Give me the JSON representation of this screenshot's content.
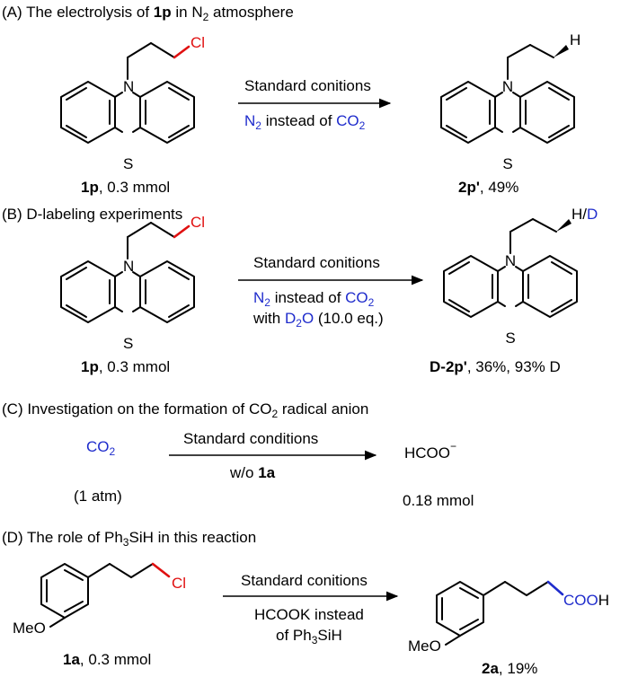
{
  "section_a": {
    "title_prefix": "(A) The electrolysis of ",
    "title_bold": "1p",
    "title_mid": " in N",
    "title_sub": "2",
    "title_suffix": " atmosphere",
    "start_label_bold": "1p",
    "start_label_rest": ", 0.3 mmol",
    "arrow_top": "Standard conitions",
    "arrow_bottom_n": "N",
    "arrow_bottom_n_sub": "2",
    "arrow_bottom_mid": " instead of ",
    "arrow_bottom_co": "CO",
    "arrow_bottom_co_sub": "2",
    "product_label_bold": "2p'",
    "product_label_rest": ", 49%",
    "atom_cl": "Cl",
    "atom_h": "H",
    "atom_n": "N",
    "atom_s": "S"
  },
  "section_b": {
    "title": "(B) D-labeling experiments",
    "start_label_bold": "1p",
    "start_label_rest": ", 0.3 mmol",
    "arrow_top": "Standard conitions",
    "arrow_line2_n": "N",
    "arrow_line2_n_sub": "2",
    "arrow_line2_mid": " instead of ",
    "arrow_line2_co": "CO",
    "arrow_line2_co_sub": "2",
    "arrow_line3_pre": "with ",
    "arrow_line3_d": "D",
    "arrow_line3_d_sub": "2",
    "arrow_line3_o": "O",
    "arrow_line3_post": " (10.0 eq.)",
    "product_label_bold": "D-2p'",
    "product_label_rest": ", 36%, 93% D",
    "atom_cl": "Cl",
    "atom_h": "H",
    "atom_slash": "/",
    "atom_d": "D",
    "atom_n": "N",
    "atom_s": "S"
  },
  "section_c": {
    "title_pre": "(C) Investigation on the formation of CO",
    "title_sub": "2",
    "title_post": " radical anion",
    "reagent": "CO",
    "reagent_sub": "2",
    "reagent_note": "(1 atm)",
    "arrow_top": "Standard conditions",
    "arrow_bottom_pre": "w/o ",
    "arrow_bottom_bold": "1a",
    "product": "HCOO",
    "product_charge": "−",
    "product_amount": "0.18 mmol"
  },
  "section_d": {
    "title_pre": "(D) The role of Ph",
    "title_sub": "3",
    "title_post": "SiH in this reaction",
    "start_label_bold": "1a",
    "start_label_rest": ", 0.3 mmol",
    "arrow_top": "Standard conitions",
    "arrow_line2": "HCOOK instead",
    "arrow_line3_pre": "of Ph",
    "arrow_line3_sub": "3",
    "arrow_line3_post": "SiH",
    "product_label_bold": "2a",
    "product_label_rest": ", 19%",
    "atom_meo": "MeO",
    "atom_cl": "Cl",
    "atom_cooh_blue": "COO",
    "atom_cooh_black": "H"
  },
  "colors": {
    "accent_blue": "#1f2ccc",
    "accent_red": "#e01010"
  }
}
